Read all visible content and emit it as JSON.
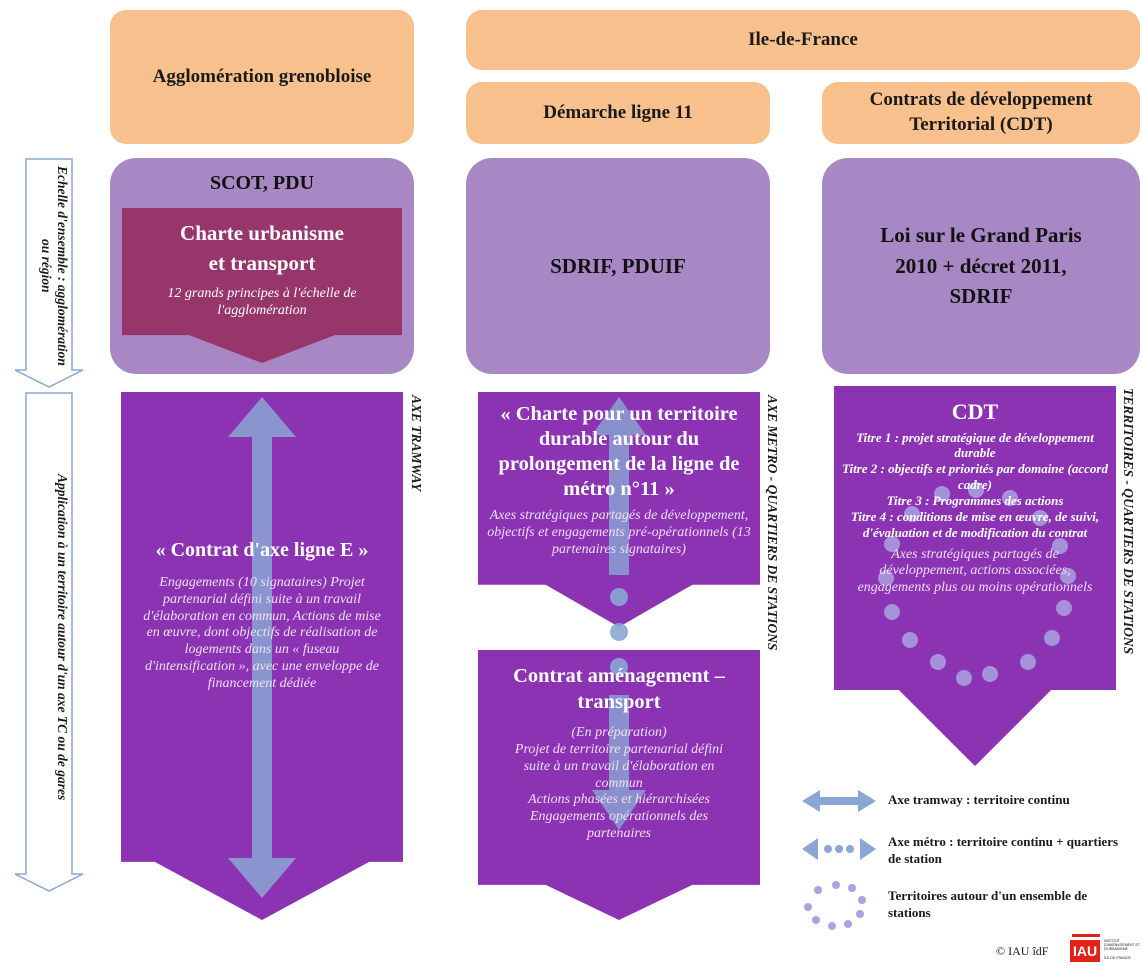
{
  "headers": {
    "grenoble": "Agglomération grenobloise",
    "idf": "Ile-de-France",
    "ligne11": "Démarche ligne 11",
    "cdt": "Contrats de développement Territorial (CDT)"
  },
  "left_labels": {
    "top": "Echelle d'ensemble : agglomération ou région",
    "bottom": "Application à un territoire autour d'un axe TC ou de gares"
  },
  "row1": {
    "grenoble_title": "SCOT, PDU",
    "charte_title_1": "Charte urbanisme",
    "charte_title_2": "et transport",
    "charte_sub": "12 grands principes à l'échelle de l'agglomération",
    "idf_mid": "SDRIF, PDUIF",
    "idf_right_1": "Loi sur le Grand Paris",
    "idf_right_2": "2010 + décret 2011,",
    "idf_right_3": "SDRIF"
  },
  "col1": {
    "axis_label": "AXE TRAMWAY",
    "title": "« Contrat d'axe ligne E »",
    "body": "Engagements (10 signataires) Projet partenarial défini suite à un travail d'élaboration en commun, Actions de mise en œuvre, dont objectifs de réalisation de logements dans un « fuseau d'intensification », avec une enveloppe de financement dédiée"
  },
  "col2": {
    "axis_label": "AXE METRO - QUARTIERS DE STATIONS",
    "top_title": "« Charte pour un territoire durable autour du prolongement de la ligne de métro n°11 »",
    "top_body": "Axes stratégiques partagés de développement, objectifs et engagements pré-opérationnels (13 partenaires signataires)",
    "bottom_title": "Contrat aménagement – transport",
    "bottom_body_1": "(En préparation)",
    "bottom_body_2": "Projet de territoire partenarial défini suite à un travail d'élaboration en commun",
    "bottom_body_3": "Actions phasées et hiérarchisées",
    "bottom_body_4": "Engagements opérationnels des partenaires"
  },
  "col3": {
    "axis_label": "TERRITOIRES - QUARTIERS DE STATIONS",
    "title": "CDT",
    "titre1": "Titre 1 : projet stratégique de développement durable",
    "titre2": "Titre 2 : objectifs et priorités par domaine (accord cadre)",
    "titre3": "Titre 3 : Programmes des actions",
    "titre4": "Titre 4 : conditions de mise en œuvre, de suivi, d'évaluation et de modification du contrat",
    "body": "Axes stratégiques partagés de développement, actions associées, engagements plus ou moins opérationnels"
  },
  "legend": {
    "tramway": "Axe tramway : territoire continu",
    "metro": "Axe métro : territoire continu + quartiers de station",
    "territoires": "Territoires autour d'un ensemble de stations"
  },
  "footer": {
    "copyright": "© IAU îdF",
    "logo": "IAU",
    "logo_sub_1": "INSTITUT D'AMÉNAGEMENT ET D'URBANISME",
    "logo_sub_2": "ÎLE-DE-FRANCE"
  },
  "colors": {
    "peach": "#f8c08c",
    "lavender": "#a788c4",
    "magenta": "#97366b",
    "purple": "#8c33b4",
    "arrow_blue": "#8aa6d4",
    "dots": "#a9a3e2",
    "logo_red": "#e2231a"
  }
}
